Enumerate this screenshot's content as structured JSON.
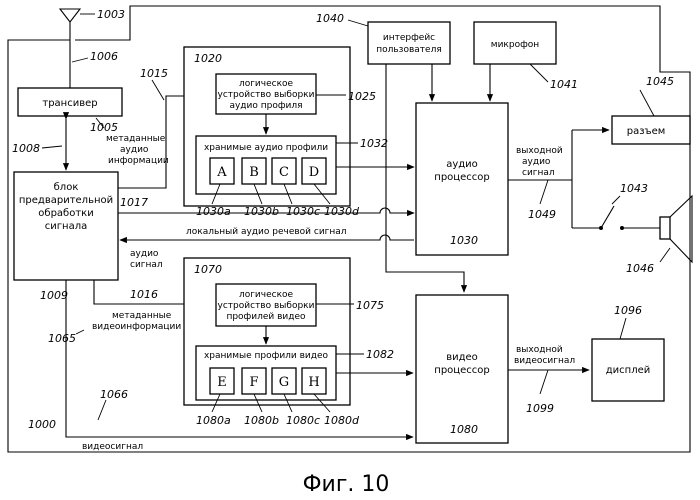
{
  "figure": {
    "caption": "Фиг. 10",
    "refs": {
      "device": "1000",
      "antenna": "1003",
      "transceiver": "1005",
      "link_antenna": "1006",
      "link_trans_pre": "1008",
      "video_bus": "1065",
      "video_signal_line": "1066",
      "link_1015": "1015",
      "link_1016": "1016",
      "link_1017": "1017",
      "preproc": "1009",
      "audio_group": "1020",
      "audio_selector": "1025",
      "audio_store": "1032",
      "audio_proc": "1030",
      "ui": "1040",
      "mic": "1041",
      "switch": "1043",
      "connector": "1045",
      "speaker": "1046",
      "audio_out_line": "1049",
      "video_group": "1070",
      "video_selector": "1075",
      "video_store": "1082",
      "video_proc": "1080",
      "display": "1096",
      "video_out_line": "1099",
      "audio_profiles": [
        "1030a",
        "1030b",
        "1030c",
        "1030d"
      ],
      "video_profiles": [
        "1080a",
        "1080b",
        "1080c",
        "1080d"
      ]
    },
    "blocks": {
      "transceiver": "трансивер",
      "preproc": [
        "блок",
        "предварительной",
        "обработки",
        "сигнала"
      ],
      "audio_selector": [
        "логическое",
        "устройство выборки",
        "аудио профиля"
      ],
      "audio_store": "хранимые аудио профили",
      "audio_proc": [
        "аудио",
        "процессор"
      ],
      "ui": [
        "интерфейс",
        "пользователя"
      ],
      "mic": "микрофон",
      "connector": "разъем",
      "video_selector": [
        "логическое",
        "устройство выборки",
        "профилей видео"
      ],
      "video_store": "хранимые профили видео",
      "video_proc": [
        "видео",
        "процессор"
      ],
      "display": "дисплей"
    },
    "audio_keys": [
      "A",
      "B",
      "C",
      "D"
    ],
    "video_keys": [
      "E",
      "F",
      "G",
      "H"
    ],
    "signals": {
      "audio_meta": [
        "метаданные",
        "аудио",
        "информации"
      ],
      "audio_signal": [
        "аудио",
        "сигнал"
      ],
      "local_voice": "локальный аудио речевой сигнал",
      "audio_out": [
        "выходной",
        "аудио",
        "сигнал"
      ],
      "video_meta": [
        "метаданные",
        "видеоинформации"
      ],
      "video_signal": "видеосигнал",
      "video_out": [
        "выходной",
        "видеосигнал"
      ]
    }
  }
}
